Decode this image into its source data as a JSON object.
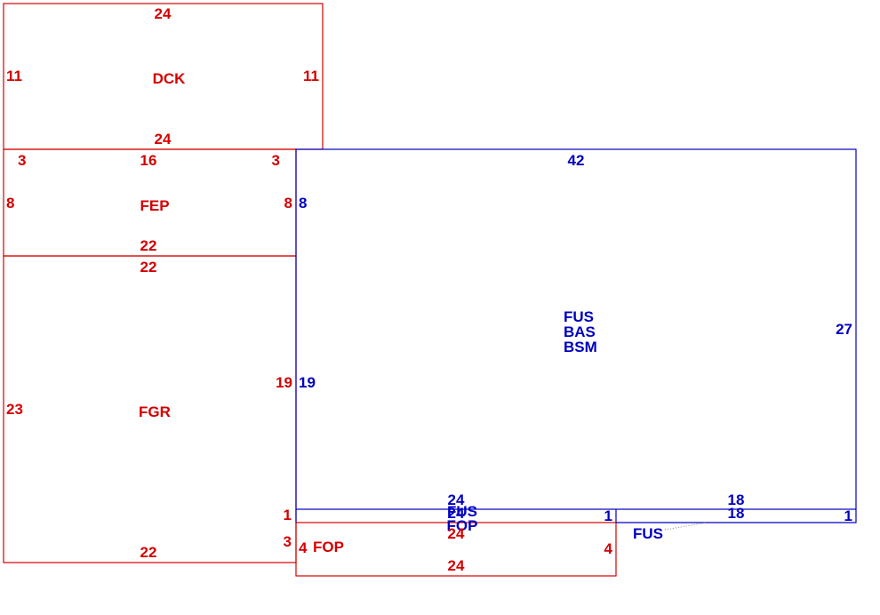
{
  "colors": {
    "red": "#d40000",
    "blue": "#0000c0"
  },
  "areas": {
    "dck": {
      "label": "DCK",
      "top": "24",
      "bottom": "24",
      "left": "11",
      "right": "11"
    },
    "fep": {
      "label": "FEP",
      "top_left": "3",
      "top": "16",
      "top_right": "3",
      "bottom": "22",
      "left": "8",
      "right": "8"
    },
    "fgr": {
      "label": "FGR",
      "top": "22",
      "bottom": "22",
      "left": "23",
      "right": "19",
      "right_lower_1": "1",
      "right_lower_2": "3"
    },
    "fus_main": {
      "labels": [
        "FUS",
        "BAS",
        "BSM"
      ],
      "top": "42",
      "right": "27",
      "left_upper": "8",
      "left_lower": "19",
      "bottom_left": "24",
      "bottom_right": "18"
    },
    "fus_strip": {
      "label": "FUS",
      "top_left": "24",
      "top_right": "18",
      "right_mid": "1",
      "right_end": "1"
    },
    "fop": {
      "label": "FOP",
      "top": "24",
      "bottom": "24",
      "left": "4",
      "right": "4"
    },
    "callout": {
      "label": "FUS"
    }
  }
}
